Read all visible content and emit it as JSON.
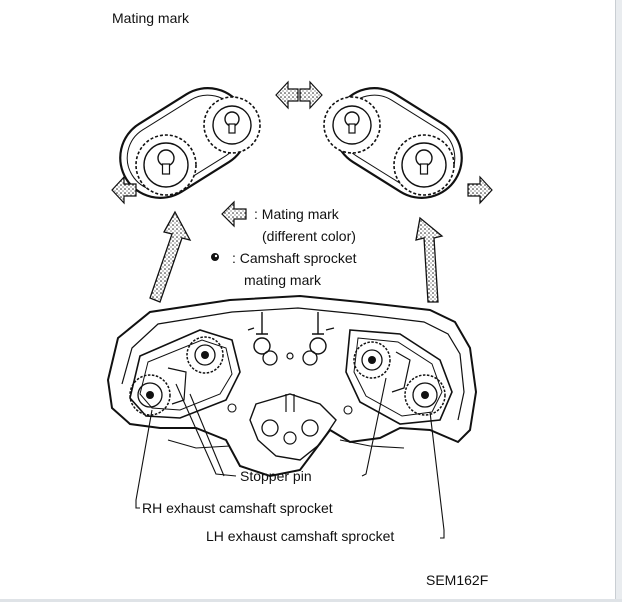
{
  "title": "Mating mark",
  "legend": {
    "mating_mark_line1": ": Mating mark",
    "mating_mark_line2": "(different color)",
    "camshaft_line1": ": Camshaft sprocket",
    "camshaft_line2": "mating mark"
  },
  "callouts": {
    "stopper_pin": "Stopper pin",
    "rh_exhaust": "RH exhaust camshaft sprocket",
    "lh_exhaust": "LH exhaust camshaft sprocket"
  },
  "figure_code": "SEM162F",
  "icons": {
    "mating_arrow": "mating-mark-arrow-icon",
    "camshaft_dot": "camshaft-mark-dot-icon"
  }
}
